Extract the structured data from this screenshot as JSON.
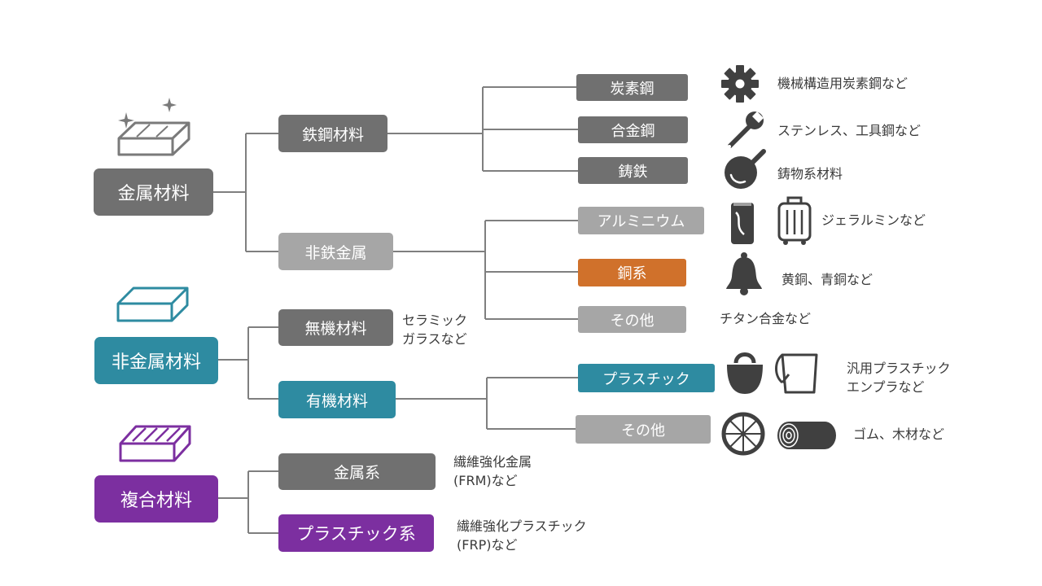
{
  "categories": {
    "metal": {
      "label": "金属材料",
      "ferrous": {
        "label": "鉄鋼材料",
        "items": [
          {
            "label": "炭素鋼",
            "note": "機械構造用炭素鋼など"
          },
          {
            "label": "合金鋼",
            "note": "ステンレス、工具鋼など"
          },
          {
            "label": "鋳鉄",
            "note": "鋳物系材料"
          }
        ]
      },
      "nonferrous": {
        "label": "非鉄金属",
        "items": [
          {
            "label": "アルミニウム",
            "note": "ジェラルミンなど"
          },
          {
            "label": "銅系",
            "note": "黄銅、青銅など"
          },
          {
            "label": "その他",
            "note": "チタン合金など"
          }
        ]
      }
    },
    "nonmetal": {
      "label": "非金属材料",
      "inorganic": {
        "label": "無機材料",
        "note_line1": "セラミック",
        "note_line2": "ガラスなど"
      },
      "organic": {
        "label": "有機材料",
        "items": [
          {
            "label": "プラスチック",
            "note_line1": "汎用プラスチック",
            "note_line2": "エンプラなど"
          },
          {
            "label": "その他",
            "note": "ゴム、木材など"
          }
        ]
      }
    },
    "composite": {
      "label": "複合材料",
      "metal_based": {
        "label": "金属系",
        "note_line1": "繊維強化金属",
        "note_line2": "(FRM)など"
      },
      "plastic_based": {
        "label": "プラスチック系",
        "note_line1": "繊維強化プラスチック",
        "note_line2": "(FRP)など"
      }
    }
  },
  "colors": {
    "dark_gray": "#707070",
    "light_gray": "#a6a6a6",
    "teal": "#2e8ba1",
    "purple": "#7c2fa0",
    "orange": "#d0712b",
    "line": "#7f7f7f",
    "icon": "#404040"
  },
  "icons": [
    "metal-block-icon",
    "nonmetal-block-icon",
    "composite-block-icon",
    "gear-icon",
    "wrench-icon",
    "frying-pan-icon",
    "can-icon",
    "suitcase-icon",
    "bell-icon",
    "bag-icon",
    "bucket-icon",
    "wheel-icon",
    "log-icon"
  ]
}
